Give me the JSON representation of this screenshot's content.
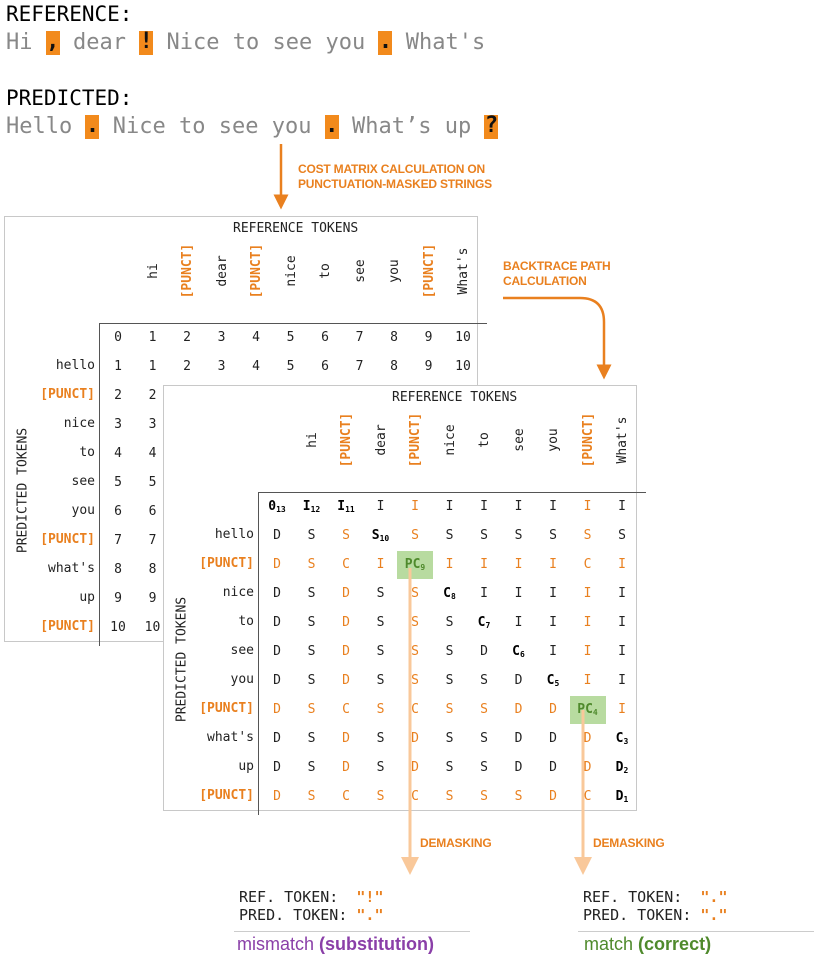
{
  "reference_label": "REFERENCE:",
  "predicted_label": "PREDICTED:",
  "reference_seq": [
    {
      "t": "Hi",
      "p": false
    },
    {
      "t": ",",
      "p": true
    },
    {
      "t": "dear",
      "p": false
    },
    {
      "t": "!",
      "p": true
    },
    {
      "t": "Nice",
      "p": false
    },
    {
      "t": "to",
      "p": false
    },
    {
      "t": "see",
      "p": false
    },
    {
      "t": "you",
      "p": false
    },
    {
      "t": ".",
      "p": true
    },
    {
      "t": "What's",
      "p": false
    }
  ],
  "predicted_seq": [
    {
      "t": "Hello",
      "p": false
    },
    {
      "t": ".",
      "p": true
    },
    {
      "t": "Nice",
      "p": false
    },
    {
      "t": "to",
      "p": false
    },
    {
      "t": "see",
      "p": false
    },
    {
      "t": "you",
      "p": false
    },
    {
      "t": ".",
      "p": true
    },
    {
      "t": "What’s",
      "p": false
    },
    {
      "t": "up",
      "p": false
    },
    {
      "t": "?",
      "p": true
    }
  ],
  "annot_cost": [
    "COST MATRIX CALCULATION ON",
    "PUNCTUATION-MASKED STRINGS"
  ],
  "annot_backtrace": [
    "BACKTRACE PATH",
    "CALCULATION"
  ],
  "annot_demask": "DEMASKING",
  "ref_tokens_title": "REFERENCE TOKENS",
  "pred_tokens_title": "PREDICTED TOKENS",
  "col_tokens": [
    "hi",
    "[PUNCT]",
    "dear",
    "[PUNCT]",
    "nice",
    "to",
    "see",
    "you",
    "[PUNCT]",
    "What's"
  ],
  "row_tokens": [
    "hello",
    "[PUNCT]",
    "nice",
    "to",
    "see",
    "you",
    "[PUNCT]",
    "what's",
    "up",
    "[PUNCT]"
  ],
  "cost_matrix": [
    [
      0,
      1,
      2,
      3,
      4,
      5,
      6,
      7,
      8,
      9,
      10
    ],
    [
      1,
      1,
      2,
      3,
      4,
      5,
      6,
      7,
      8,
      9,
      10
    ],
    [
      2,
      2,
      "",
      "",
      "",
      "",
      "",
      "",
      "",
      "",
      ""
    ],
    [
      3,
      3,
      "",
      "",
      "",
      "",
      "",
      "",
      "",
      "",
      ""
    ],
    [
      4,
      4,
      "",
      "",
      "",
      "",
      "",
      "",
      "",
      "",
      ""
    ],
    [
      5,
      5,
      "",
      "",
      "",
      "",
      "",
      "",
      "",
      "",
      ""
    ],
    [
      6,
      6,
      "",
      "",
      "",
      "",
      "",
      "",
      "",
      "",
      ""
    ],
    [
      7,
      7,
      "",
      "",
      "",
      "",
      "",
      "",
      "",
      "",
      ""
    ],
    [
      8,
      8,
      "",
      "",
      "",
      "",
      "",
      "",
      "",
      "",
      ""
    ],
    [
      9,
      9,
      "",
      "",
      "",
      "",
      "",
      "",
      "",
      "",
      ""
    ],
    [
      10,
      10,
      "",
      "",
      "",
      "",
      "",
      "",
      "",
      "",
      ""
    ]
  ],
  "backtrace_matrix": [
    [
      "0|13",
      "I|12",
      "I|11",
      "I",
      "I",
      "I",
      "I",
      "I",
      "I",
      "I",
      "I"
    ],
    [
      "D",
      "S",
      "S",
      "S|10",
      "S",
      "S",
      "S",
      "S",
      "S",
      "S",
      "S"
    ],
    [
      "D",
      "S",
      "C",
      "I",
      "PC|9",
      "I",
      "I",
      "I",
      "I",
      "C",
      "I"
    ],
    [
      "D",
      "S",
      "D",
      "S",
      "S",
      "C|8",
      "I",
      "I",
      "I",
      "I",
      "I"
    ],
    [
      "D",
      "S",
      "D",
      "S",
      "S",
      "S",
      "C|7",
      "I",
      "I",
      "I",
      "I"
    ],
    [
      "D",
      "S",
      "D",
      "S",
      "S",
      "S",
      "D",
      "C|6",
      "I",
      "I",
      "I"
    ],
    [
      "D",
      "S",
      "D",
      "S",
      "S",
      "S",
      "S",
      "D",
      "C|5",
      "I",
      "I"
    ],
    [
      "D",
      "S",
      "C",
      "S",
      "C",
      "S",
      "S",
      "D",
      "D",
      "PC|4",
      "I"
    ],
    [
      "D",
      "S",
      "D",
      "S",
      "D",
      "S",
      "S",
      "D",
      "D",
      "D",
      "C|3"
    ],
    [
      "D",
      "S",
      "D",
      "S",
      "D",
      "S",
      "S",
      "D",
      "D",
      "D",
      "D|2"
    ],
    [
      "D",
      "S",
      "C",
      "S",
      "C",
      "S",
      "S",
      "S",
      "D",
      "C",
      "D|1"
    ]
  ],
  "footer_left": {
    "ref_label": "REF. TOKEN:",
    "ref_value": "\"!\"",
    "pred_label": "PRED. TOKEN:",
    "pred_value": "\".\"",
    "verdict": "mismatch",
    "verdict_detail": "(substitution)",
    "color": "#8a3fa8"
  },
  "footer_right": {
    "ref_label": "REF. TOKEN:",
    "ref_value": "\".\"",
    "pred_label": "PRED. TOKEN:",
    "pred_value": "\".\"",
    "verdict": "match",
    "verdict_detail": "(correct)",
    "color": "#4f8a2c"
  },
  "colors": {
    "accent": "#e9801f",
    "highlight": "#b8dba0",
    "path": "#f9c89a"
  }
}
